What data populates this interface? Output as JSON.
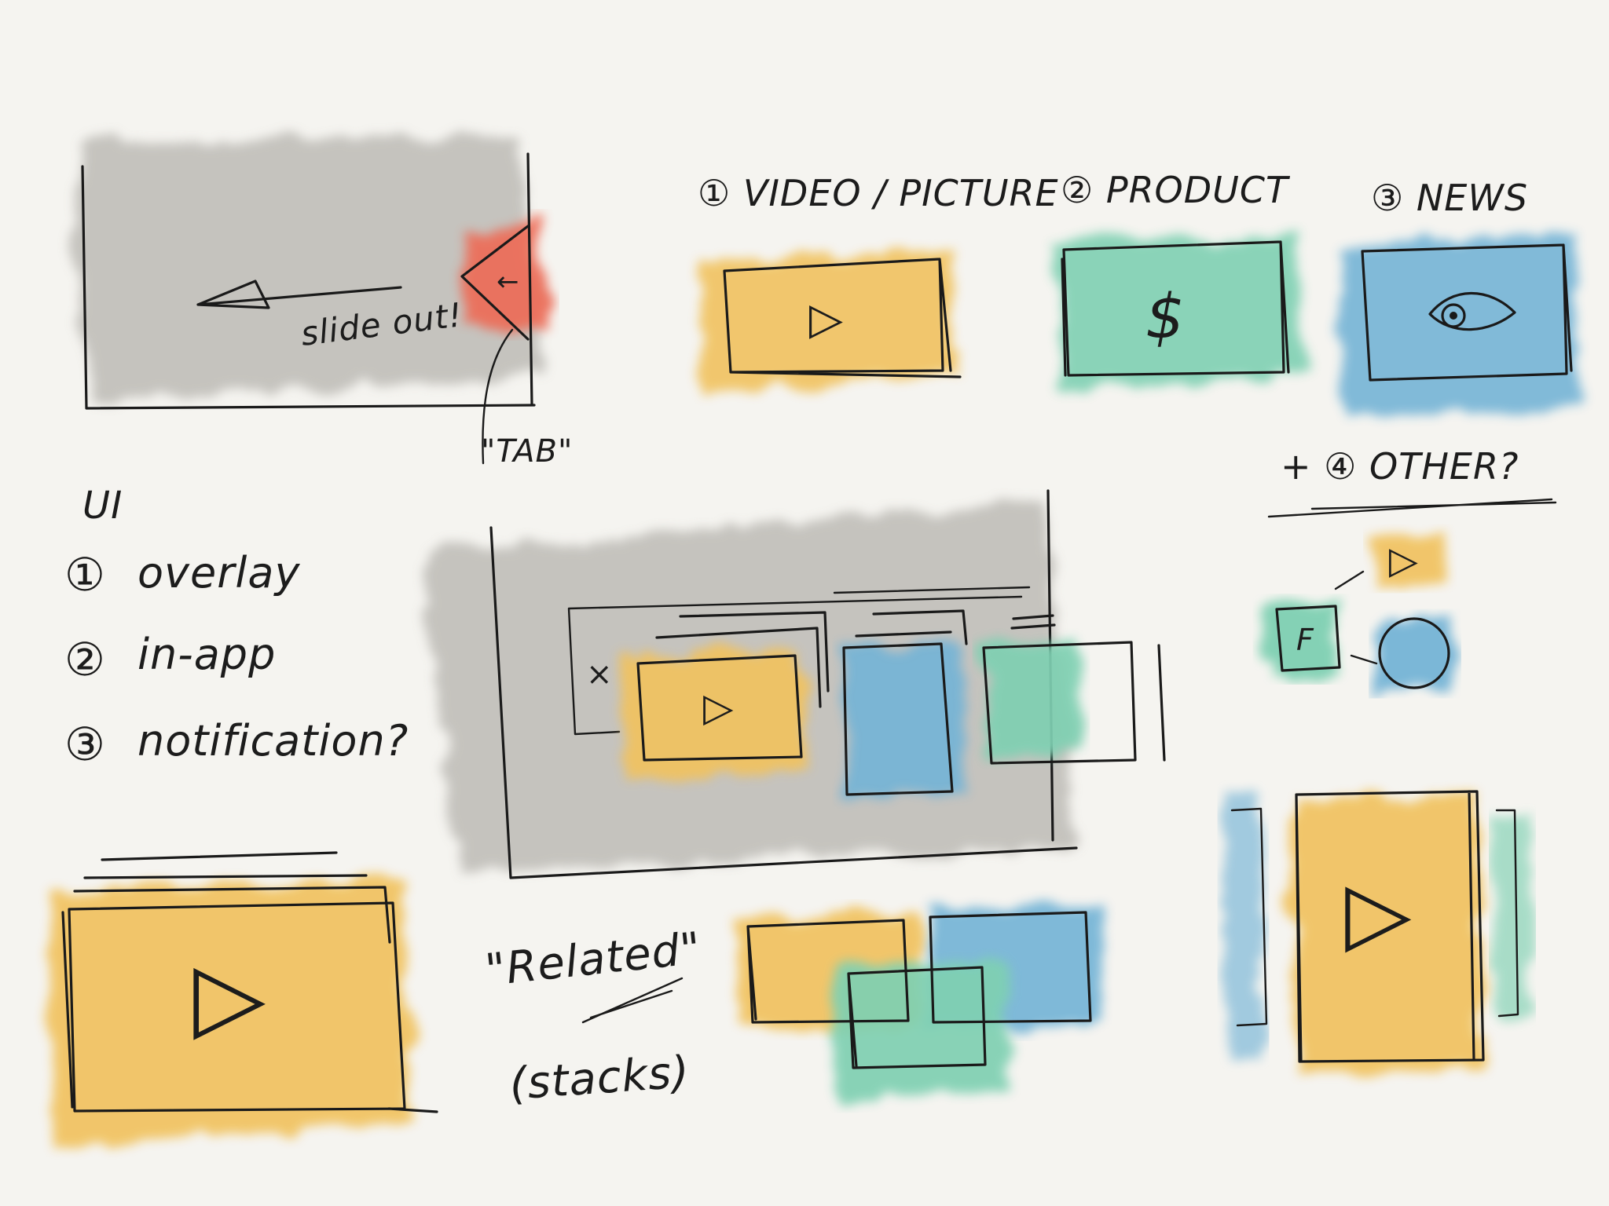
{
  "colors": {
    "paper": "#f5f4f0",
    "gray_wash": "#bdbbb6",
    "yellow": "#f1c25e",
    "teal": "#7fd0b2",
    "blue": "#74b4d6",
    "red": "#ee6a55",
    "ink": "#1a1a1a"
  },
  "top_left": {
    "slide_label": "slide out!",
    "tab_label": "\"TAB\""
  },
  "types": {
    "video": "① VIDEO / PICTURE",
    "product": "② PRODUCT",
    "news": "③ NEWS",
    "other": "+ ④ OTHER?"
  },
  "icons": {
    "play": "▷",
    "dollar": "$",
    "close": "×",
    "f_badge": "F"
  },
  "ui_list": {
    "heading": "UI",
    "items": [
      {
        "num": "①",
        "label": "overlay"
      },
      {
        "num": "②",
        "label": "in-app"
      },
      {
        "num": "③",
        "label": "notification?"
      }
    ]
  },
  "related": {
    "label": "\"Related\"",
    "sub": "(stacks)"
  }
}
